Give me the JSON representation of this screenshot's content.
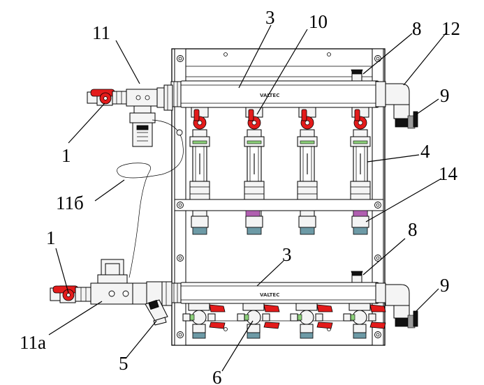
{
  "callouts": {
    "c1_top": "1",
    "c1_bottom": "1",
    "c3_top": "3",
    "c3_bottom": "3",
    "c4": "4",
    "c5": "5",
    "c6": "6",
    "c8_top": "8",
    "c8_bottom": "8",
    "c9_top": "9",
    "c9_bottom": "9",
    "c10": "10",
    "c11": "11",
    "c11a": "11а",
    "c11b": "11б",
    "c12": "12",
    "c14": "14"
  },
  "manifold_brand": "VALTEC",
  "colors": {
    "valve_handle": "#e31b1b",
    "fitting_nut": "#6d9aa6",
    "ring_green": "#8ccf7a",
    "ring_purple": "#b05fb0"
  }
}
